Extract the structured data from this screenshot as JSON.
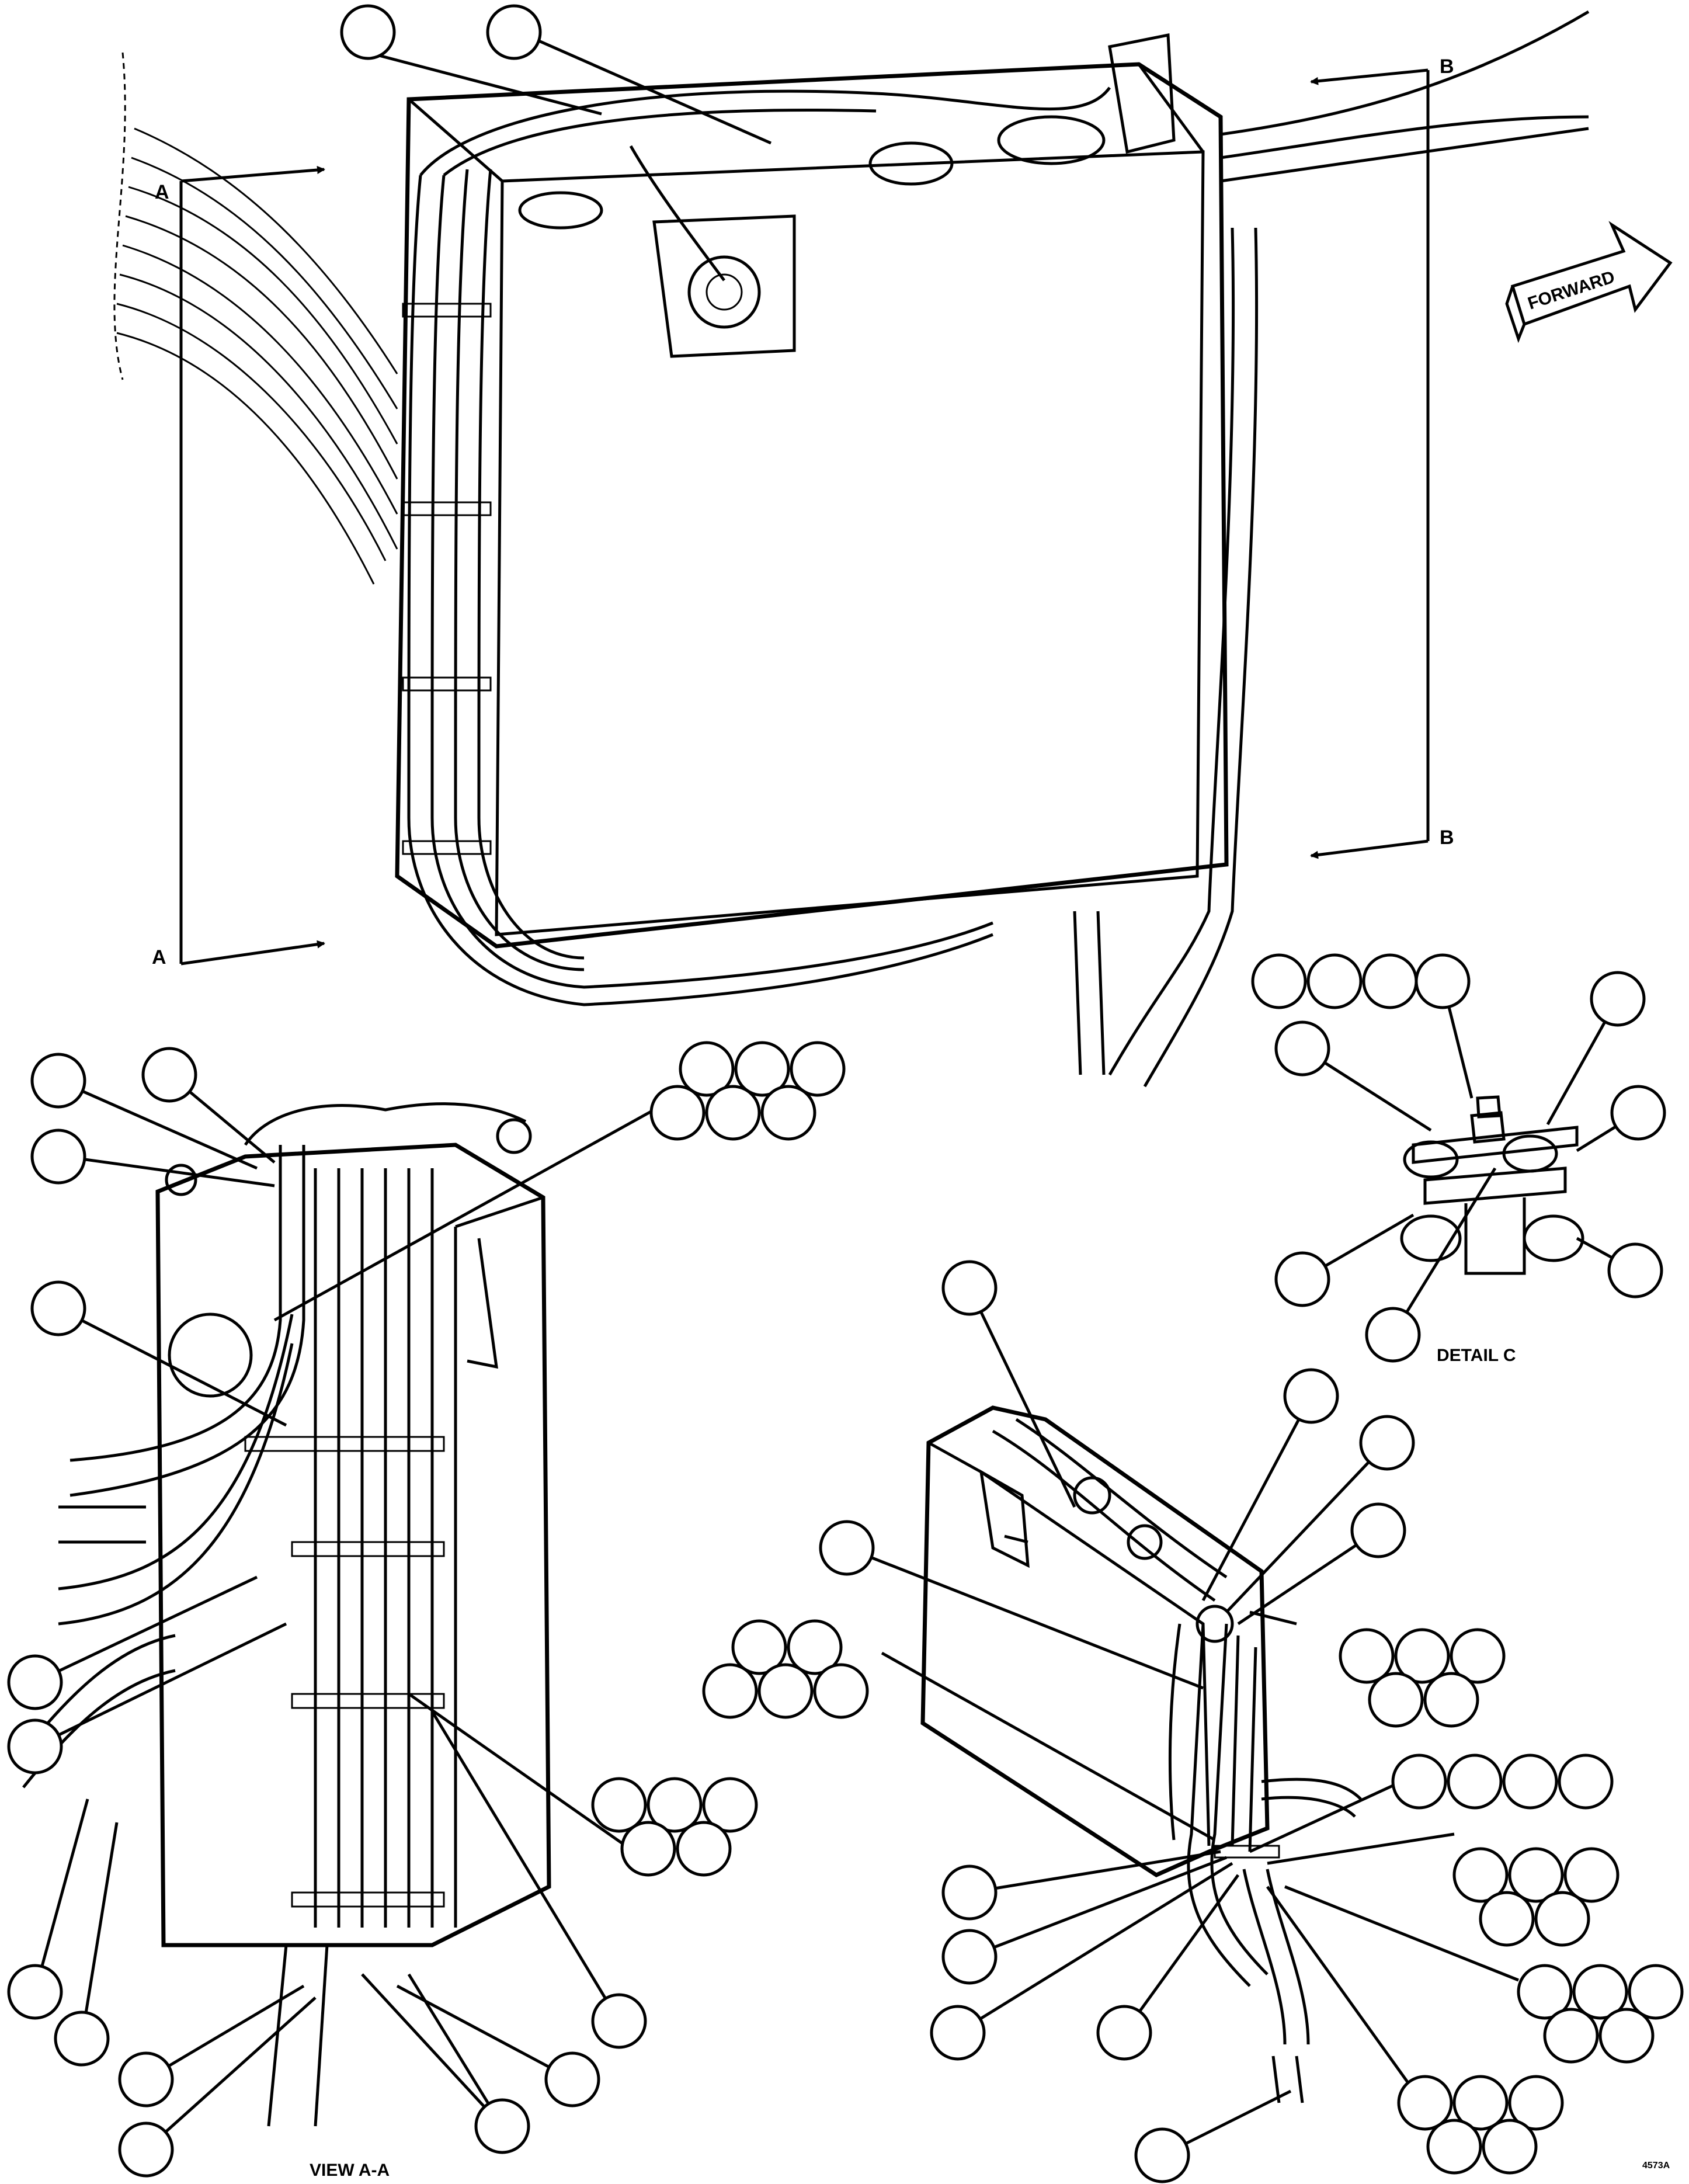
{
  "labels": {
    "section_a_top": "A",
    "section_a_bottom": "A",
    "section_b_top": "B",
    "section_b_bottom": "B",
    "forward": "FORWARD",
    "detail_c": "DETAIL C",
    "view_aa": "VIEW A-A",
    "figure_id": "4573A"
  },
  "callout_count": 76
}
